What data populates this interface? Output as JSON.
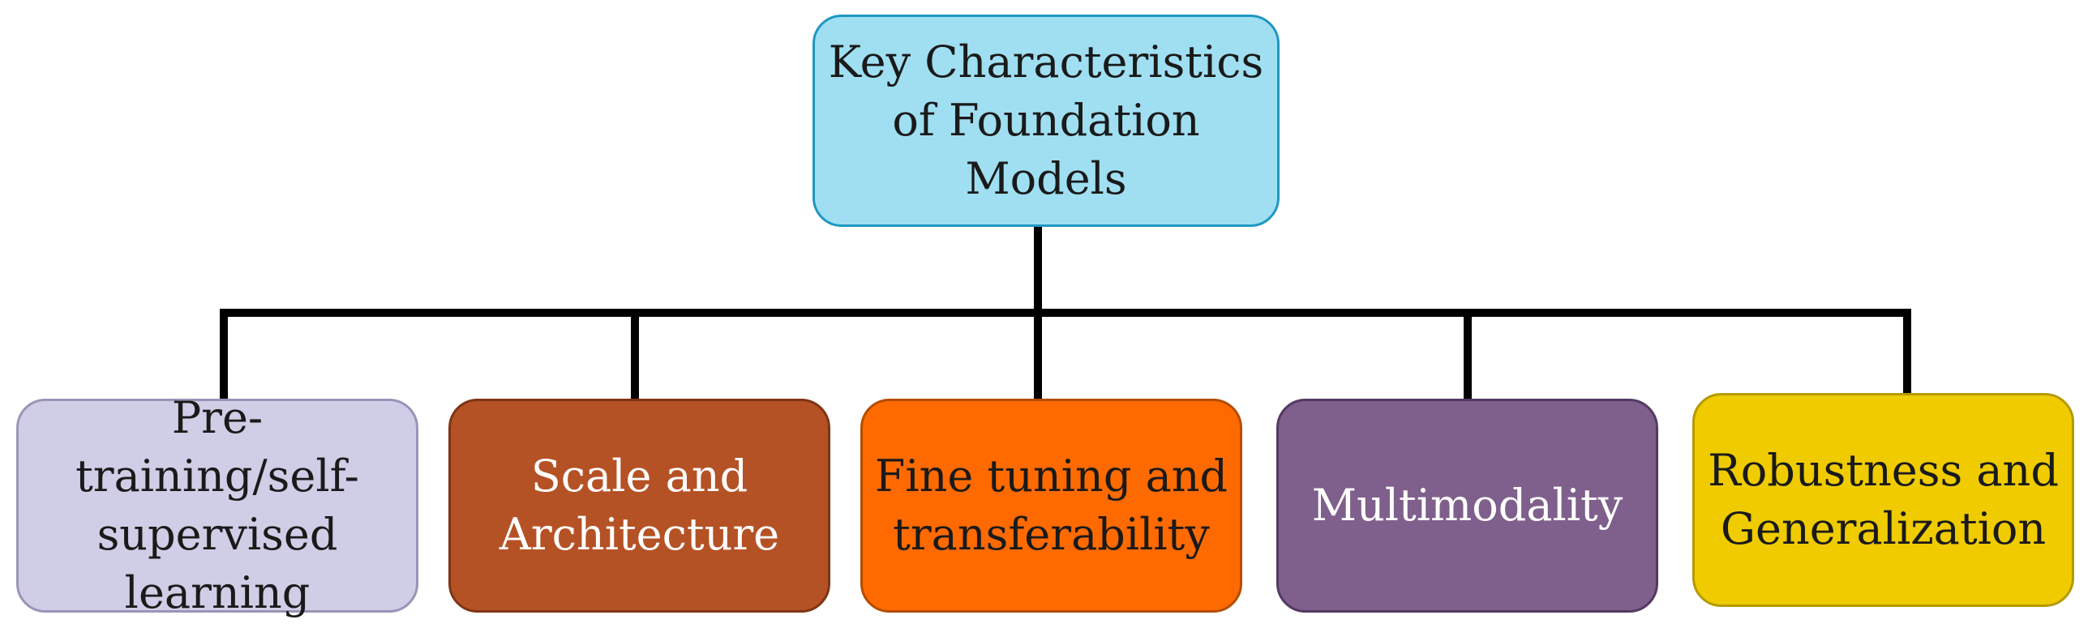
{
  "diagram": {
    "root": {
      "label": "Key Characteristics\nof Foundation\nModels",
      "fill": "#9fdff1",
      "text_color": "#1a1a1a"
    },
    "children": [
      {
        "label": "Pre-training/self-\nsupervised\nlearning",
        "fill": "#d0cde6",
        "text_color": "#1a1a1a"
      },
      {
        "label": "Scale and\nArchitecture",
        "fill": "#b55225",
        "text_color": "#ffffff"
      },
      {
        "label": "Fine tuning and\ntransferability",
        "fill": "#ff6a00",
        "text_color": "#1a1a1a"
      },
      {
        "label": "Multimodality",
        "fill": "#7f5f8c",
        "text_color": "#ffffff"
      },
      {
        "label": "Robustness and\nGeneralization",
        "fill": "#efcb00",
        "text_color": "#1a1a1a"
      }
    ],
    "connector_color": "#000000"
  }
}
